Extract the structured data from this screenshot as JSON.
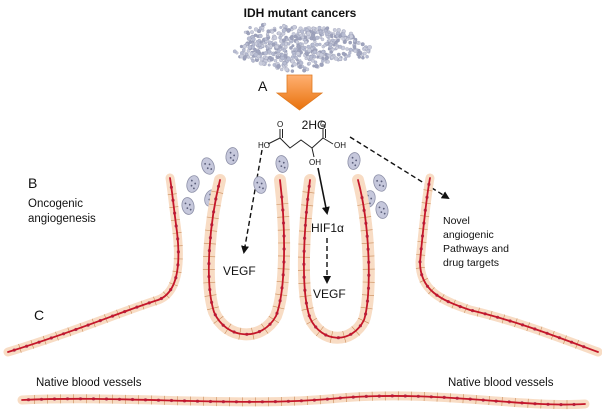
{
  "figure": {
    "title": "IDH mutant cancers",
    "metabolite": "2HG",
    "molecule_labels": {
      "ho_left": "HO",
      "o_left": "O",
      "o_right": "O",
      "oh_right": "OH",
      "oh_bottom": "OH"
    },
    "panel_labels": {
      "a": "A",
      "b": "B",
      "c": "C"
    },
    "stage_label": {
      "line1": "Oncogenic",
      "line2": "angiogenesis"
    },
    "factors": {
      "vegf_left": "VEGF",
      "hif1a": "HIF1α",
      "vegf_right": "VEGF"
    },
    "novel_label": {
      "line1": "Novel",
      "line2": "angiogenic",
      "line3": "Pathways and",
      "line4": "drug targets"
    },
    "vessel_labels": {
      "left": "Native blood vessels",
      "right": "Native blood vessels"
    },
    "colors": {
      "arrow_top": "#ffb072",
      "arrow_bottom": "#e8720c",
      "vessel_wall": "#c4162a",
      "cell_fill": "#f8dcc4",
      "cell_stroke": "#c98a58",
      "nucleus": "#a83a60",
      "tumor_cluster": "#b7bcd2",
      "particle": "#c6c8dc"
    }
  }
}
